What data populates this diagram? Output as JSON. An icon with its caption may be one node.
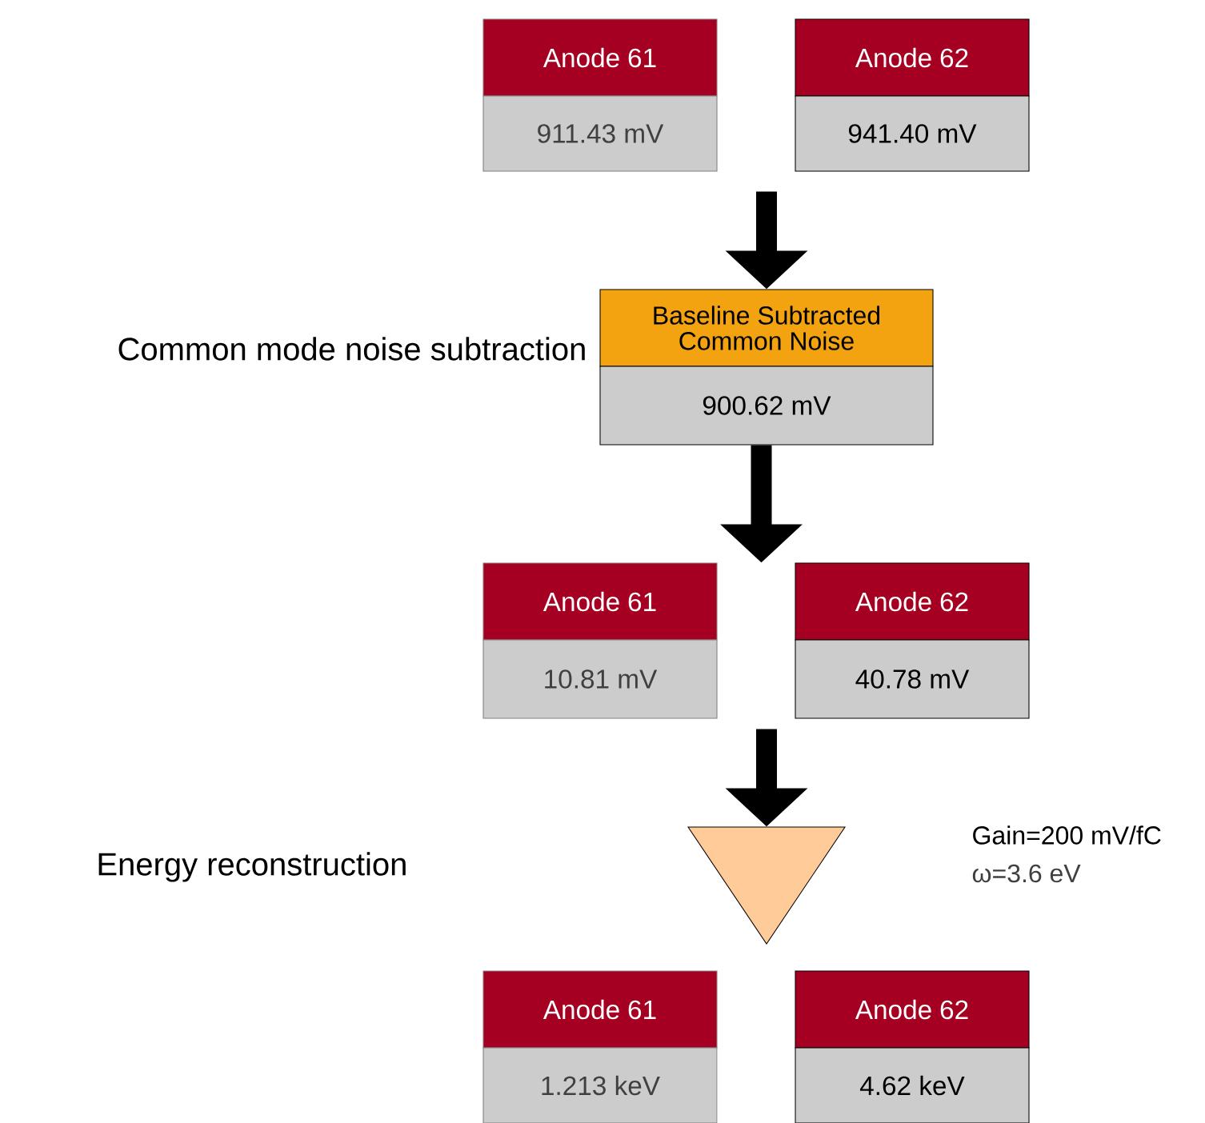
{
  "diagram": {
    "nodes": [
      {
        "text": [
          "Anode 61",
          "911.43 mV"
        ]
      },
      {
        "text": [
          "Anode 62",
          "941.40 mV"
        ]
      },
      {
        "text": [
          "Baseline Subtracted Common Noise",
          "900.62 mV"
        ]
      },
      {
        "text": [
          "Anode 61",
          "10.81 mV"
        ]
      },
      {
        "text": [
          "Anode 62",
          "40.78 mV"
        ]
      },
      {
        "text": [],
        "shape": "triangle",
        "beside": [
          "Gain=200 mV/fC",
          "ω=3.6 eV"
        ]
      },
      {
        "text": [
          "Anode 61",
          "1.213 keV"
        ]
      },
      {
        "text": [
          "Anode 62",
          "4.62 keV"
        ]
      }
    ],
    "edges": [
      {
        "from": null,
        "to": 2,
        "arrow": "to"
      },
      {
        "from": 2,
        "to": 3,
        "arrow": "to"
      },
      {
        "from": 2,
        "to": 4,
        "arrow": "to"
      },
      {
        "from": null,
        "to": 5,
        "arrow": "to"
      }
    ],
    "labels": [
      "Common mode noise subtraction",
      "Energy reconstruction"
    ]
  }
}
